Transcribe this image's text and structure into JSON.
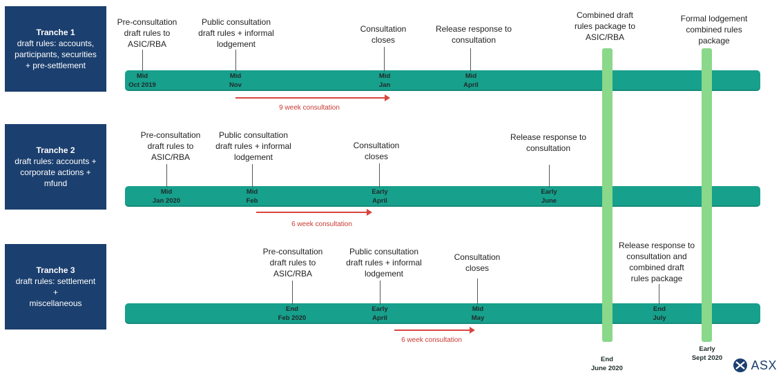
{
  "tranches": [
    {
      "title": "Tranche 1",
      "subtitle_lines": [
        "draft rules: accounts,",
        "participants, securities",
        "+ pre-settlement"
      ],
      "milestones": [
        {
          "lines": [
            "Pre-consultation",
            "draft rules to",
            "ASIC/RBA"
          ],
          "date": [
            "Mid",
            "Oct 2019"
          ]
        },
        {
          "lines": [
            "Public consultation",
            "draft rules + informal",
            "lodgement"
          ],
          "date": [
            "Mid",
            "Nov"
          ]
        },
        {
          "lines": [
            "Consultation",
            "closes"
          ],
          "date": [
            "Mid",
            "Jan"
          ]
        },
        {
          "lines": [
            "Release response to",
            "consultation"
          ],
          "date": [
            "Mid",
            "April"
          ]
        }
      ],
      "consultation_period": "9 week consultation"
    },
    {
      "title": "Tranche 2",
      "subtitle_lines": [
        "draft rules: accounts +",
        "corporate actions +",
        "mfund"
      ],
      "milestones": [
        {
          "lines": [
            "Pre-consultation",
            "draft rules to",
            "ASIC/RBA"
          ],
          "date": [
            "Mid",
            "Jan 2020"
          ]
        },
        {
          "lines": [
            "Public consultation",
            "draft rules + informal",
            "lodgement"
          ],
          "date": [
            "Mid",
            "Feb"
          ]
        },
        {
          "lines": [
            "Consultation",
            "closes"
          ],
          "date": [
            "Early",
            "April"
          ]
        },
        {
          "lines": [
            "Release response to",
            "consultation"
          ],
          "date": [
            "Early",
            "June"
          ]
        }
      ],
      "consultation_period": "6 week consultation"
    },
    {
      "title": "Tranche 3",
      "subtitle_lines": [
        "draft rules: settlement",
        "+",
        "miscellaneous"
      ],
      "milestones": [
        {
          "lines": [
            "Pre-consultation",
            "draft rules to",
            "ASIC/RBA"
          ],
          "date": [
            "End",
            "Feb 2020"
          ]
        },
        {
          "lines": [
            "Public consultation",
            "draft rules + informal",
            "lodgement"
          ],
          "date": [
            "Early",
            "April"
          ]
        },
        {
          "lines": [
            "Consultation",
            "closes"
          ],
          "date": [
            "Mid",
            "May"
          ]
        },
        {
          "lines": [
            "Release response to",
            "consultation and",
            "combined draft",
            "rules package"
          ],
          "date": [
            "End",
            "July"
          ]
        }
      ],
      "consultation_period": "6 week consultation"
    }
  ],
  "key_dates": [
    {
      "lines": [
        "Combined draft",
        "rules package to",
        "ASIC/RBA"
      ],
      "date": [
        "End",
        "June 2020"
      ],
      "color": "#8ad88a"
    },
    {
      "lines": [
        "Formal lodgement",
        "combined rules",
        "package"
      ],
      "date": [
        "Early",
        "Sept 2020"
      ],
      "color": "#8ad88a"
    }
  ],
  "logo": {
    "text": "ASX"
  },
  "colors": {
    "tranche_box": "#1b3f6e",
    "timeline_bar": "#17a08c",
    "consultation_arrow": "#d9453e"
  }
}
